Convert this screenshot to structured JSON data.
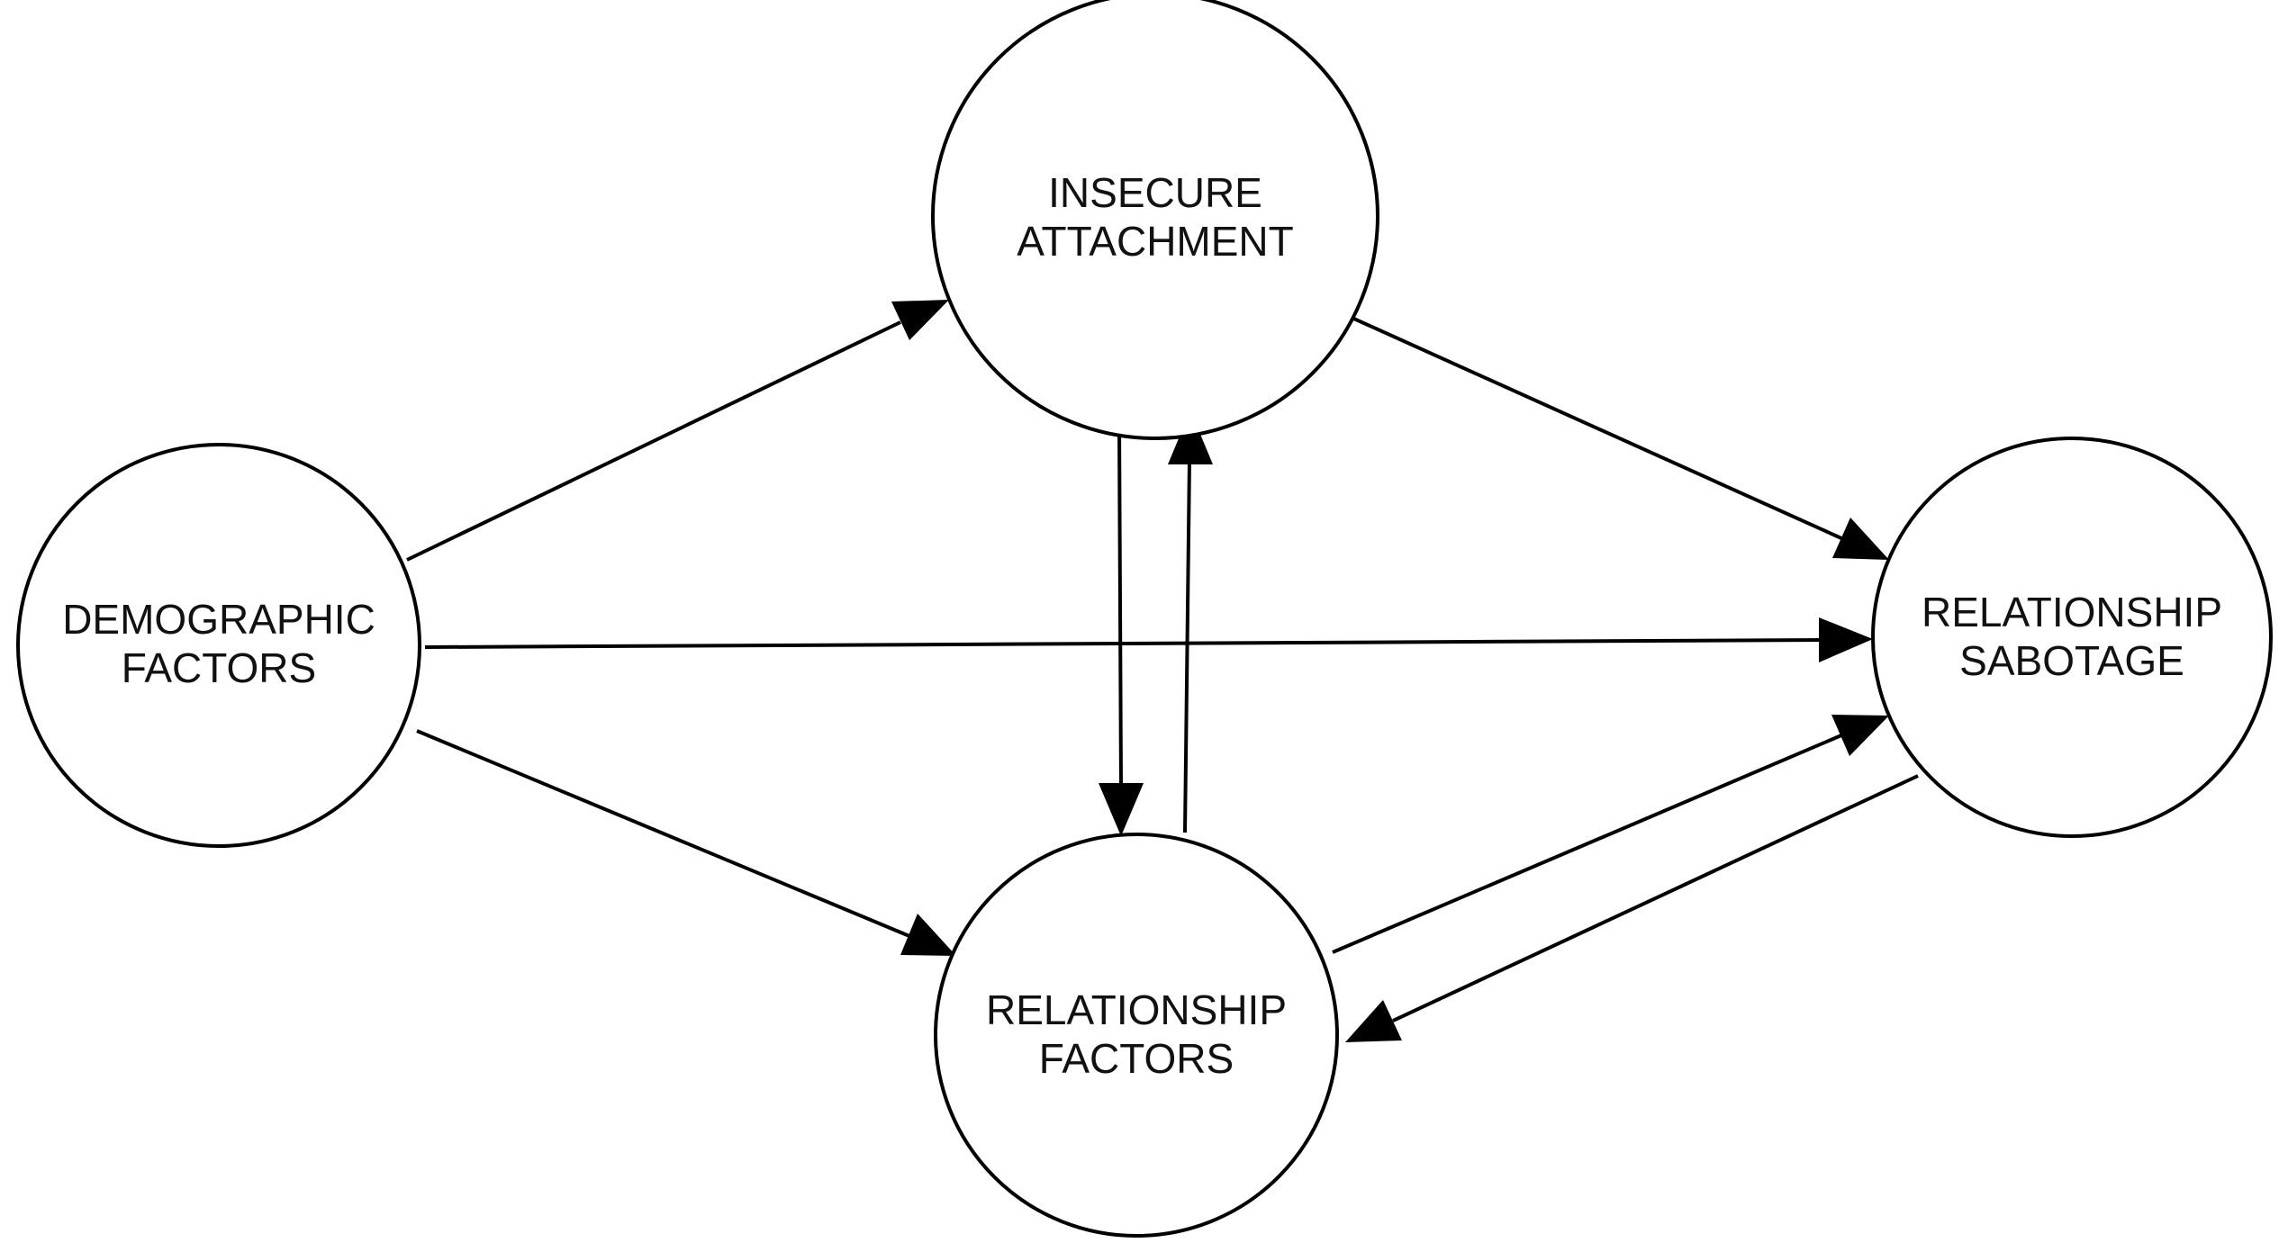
{
  "diagram": {
    "nodes": {
      "insecure_attachment": {
        "line1": "INSECURE",
        "line2": "ATTACHMENT"
      },
      "demographic_factors": {
        "line1": "DEMOGRAPHIC",
        "line2": "FACTORS"
      },
      "relationship_sabotage": {
        "line1": "RELATIONSHIP",
        "line2": "SABOTAGE"
      },
      "relationship_factors": {
        "line1": "RELATIONSHIP",
        "line2": "FACTORS"
      }
    },
    "edges": [
      {
        "from": "demographic_factors",
        "to": "insecure_attachment"
      },
      {
        "from": "demographic_factors",
        "to": "relationship_sabotage"
      },
      {
        "from": "demographic_factors",
        "to": "relationship_factors"
      },
      {
        "from": "insecure_attachment",
        "to": "relationship_sabotage"
      },
      {
        "from": "insecure_attachment",
        "to": "relationship_factors"
      },
      {
        "from": "relationship_factors",
        "to": "insecure_attachment"
      },
      {
        "from": "relationship_factors",
        "to": "relationship_sabotage"
      },
      {
        "from": "relationship_sabotage",
        "to": "relationship_factors"
      }
    ],
    "colors": {
      "stroke": "#000000",
      "fill": "#ffffff",
      "text": "#111111"
    }
  }
}
